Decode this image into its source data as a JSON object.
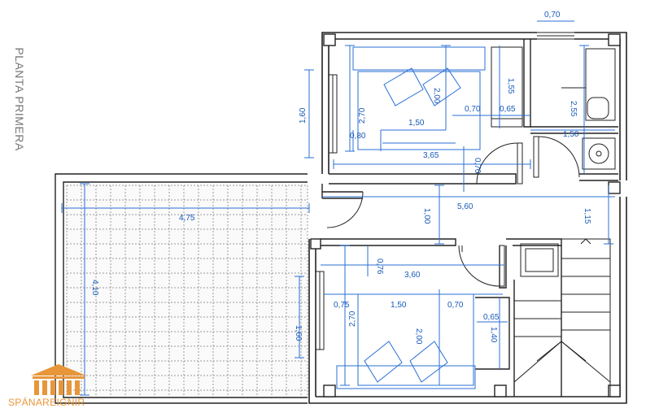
{
  "title": "PLANTA PRIMERA",
  "brand": "SPÁNAREIGNIR",
  "colors": {
    "dimension": "#2a6fd6",
    "wall": "#222222",
    "tile_grid": "#999999",
    "furniture": "#2a6fd6",
    "brand": "#e8963a"
  },
  "dimensions": {
    "d070_top": "0,70",
    "d160_left": "1,60",
    "d270_bed1": "2,70",
    "d200_bed1": "2,00",
    "d155": "1,55",
    "d070_mid": "0,70",
    "d065_mid": "0,65",
    "d255": "2,55",
    "d150_bed1": "1,50",
    "d080": "0,80",
    "d150_bath": "1,50",
    "d365": "3,65",
    "d070_v": "0,70",
    "d475": "4,75",
    "d560": "5,60",
    "d100": "1,00",
    "d115": "1,15",
    "d410": "4,10",
    "d076": "0,76",
    "d360": "3,60",
    "d075": "0,75",
    "d150_bed2": "1,50",
    "d070_bed2": "0,70",
    "d270_bed2": "2,70",
    "d160_bed2": "1,60",
    "d065_bed2": "0,65",
    "d140": "1,40",
    "d200_bed2": "2,00"
  }
}
